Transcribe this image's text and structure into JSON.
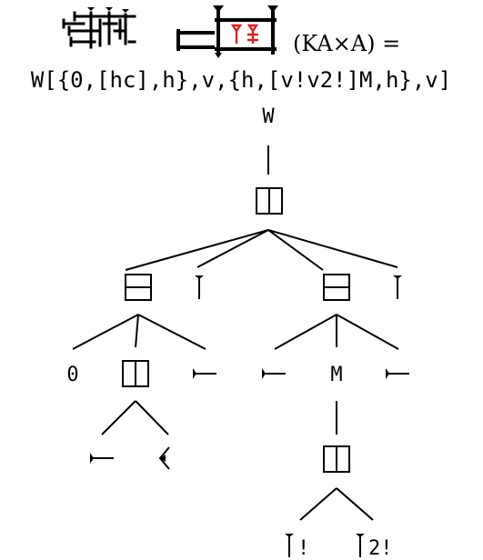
{
  "header": {
    "label": "(KA×A) =",
    "encoding": "W[{0,[hc],h},v,{h,[v!v2!]M,h},v]"
  },
  "tree": {
    "root": "W",
    "leaves": {
      "zero": "0",
      "M": "M",
      "v_bang": "!",
      "v2_bang": "2!"
    }
  },
  "colors": {
    "ink": "#000000",
    "highlight": "#e0201c"
  },
  "icons": [
    "cuneiform-ka-sign-icon",
    "cuneiform-ka-times-a-sign-icon",
    "horizontal-wedge-icon",
    "vertical-wedge-icon",
    "winkelhaken-icon",
    "vertical-join-box-icon",
    "horizontal-join-box-icon"
  ]
}
